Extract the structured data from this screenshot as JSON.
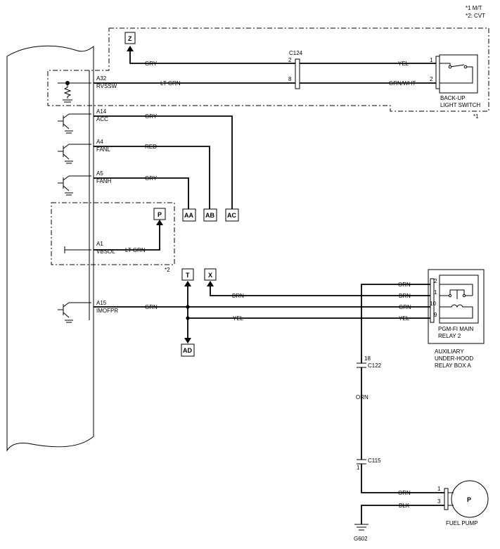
{
  "notes": {
    "n1": "*1  M/T",
    "n2": "*2: CVT"
  },
  "ecm_pins": [
    {
      "pin": "A32",
      "name": "RVSSW",
      "wire": "LT GRN"
    },
    {
      "pin": "A14",
      "name": "ACC",
      "wire": "GRY"
    },
    {
      "pin": "A4",
      "name": "FANL",
      "wire": "RED"
    },
    {
      "pin": "A5",
      "name": "FANH",
      "wire": "GRY"
    },
    {
      "pin": "A1",
      "name": "VBSOL",
      "wire": "LT GRN"
    },
    {
      "pin": "A15",
      "name": "IMOFPR",
      "wire": "GRN"
    }
  ],
  "refs": {
    "z": "Z",
    "p": "P",
    "aa": "AA",
    "ab": "AB",
    "ac": "AC",
    "t": "T",
    "x": "X",
    "ad": "AD"
  },
  "wires": {
    "z_gry": "GRY",
    "yel_top": "YEL",
    "grn_wht": "GRN/WHT",
    "brn_left": "BRN",
    "yel_mid": "YEL",
    "orn_top": "ORN",
    "brn_right": "BRN",
    "grn_right": "GRN",
    "yel_right": "YEL",
    "orn_mid": "ORN",
    "orn_pump": "ORN",
    "blk_pump": "BLK"
  },
  "connectors": {
    "c124": "C124",
    "c124_p2": "2",
    "c124_p8": "8",
    "c122": "C122",
    "c122_pin": "18",
    "c115": "C115",
    "c115_pin": "1"
  },
  "switch": {
    "title1": "BACK-UP",
    "title2": "LIGHT SWITCH",
    "p1": "1",
    "p2": "2",
    "note": "*1"
  },
  "cvt_note": "*2",
  "relay": {
    "p2": "2",
    "p1": "1",
    "p10": "10",
    "p9": "9",
    "title1": "PGM-FI MAIN",
    "title2": "RELAY 2",
    "box1": "AUXILIARY",
    "box2": "UNDER-HOOD",
    "box3": "RELAY BOX A"
  },
  "pump": {
    "symbol": "P",
    "p1": "1",
    "p3": "3",
    "title": "FUEL PUMP"
  },
  "ground": {
    "label": "G602"
  }
}
